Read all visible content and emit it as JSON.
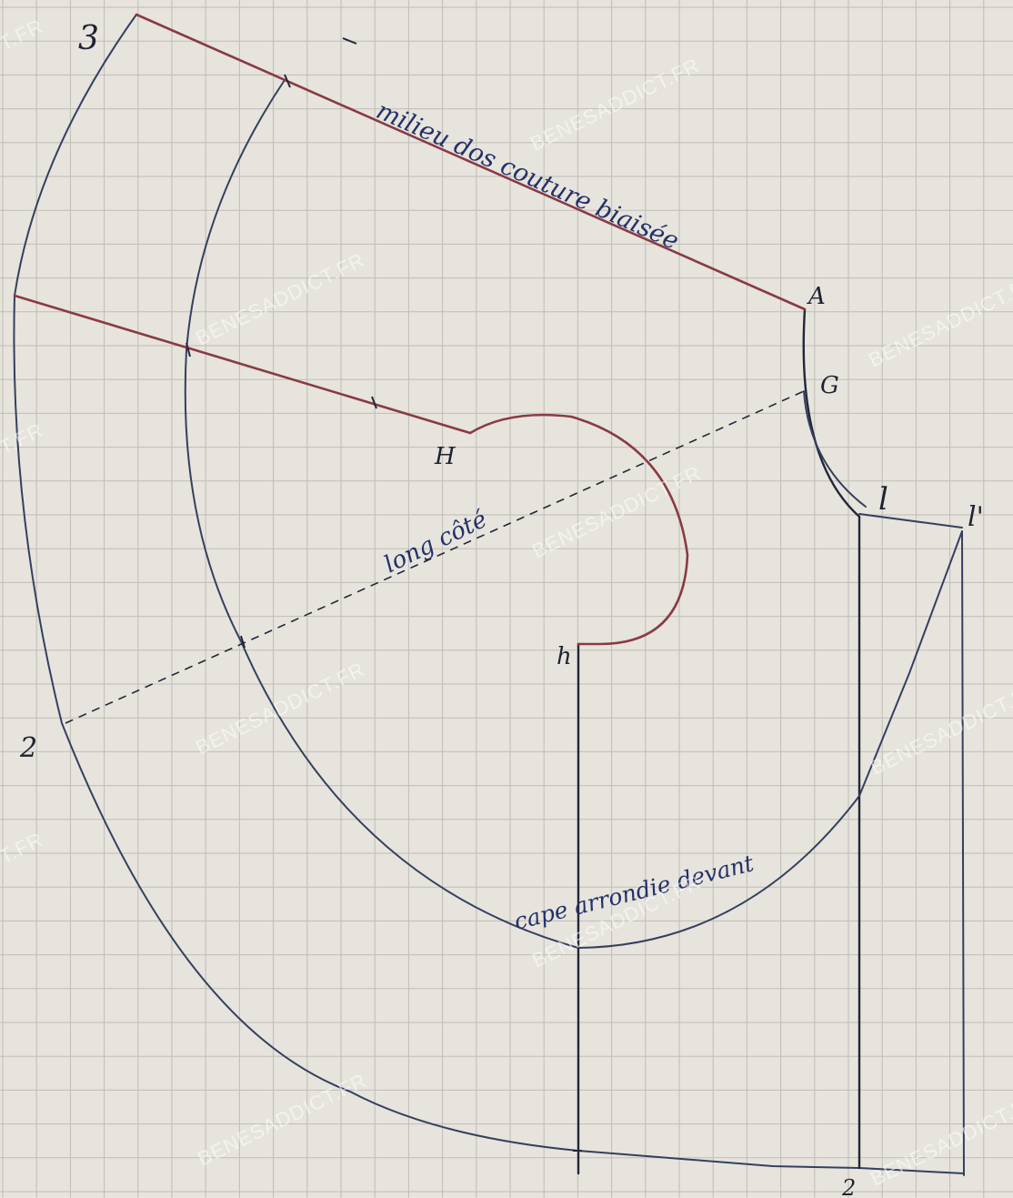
{
  "colors": {
    "paper": "#e6e4dc",
    "grid": "#bfbdb5",
    "blue_line": "#34405f",
    "red_line": "#8a3a45",
    "dark_line": "#23263a",
    "watermark": "#ffffff"
  },
  "points": {
    "three": "3",
    "A": "A",
    "G": "G",
    "H": "H",
    "h": "h",
    "l": "l",
    "l_prime": "l'",
    "two_left": "2",
    "two_bottom": "2"
  },
  "annotations": {
    "back_seam": "milieu dos couture biaisée",
    "side_length": "long côté",
    "front_cape": "cape arrondie devant"
  },
  "watermark": {
    "text": "BENESADDICT.FR",
    "partial_text": "T.FR"
  }
}
